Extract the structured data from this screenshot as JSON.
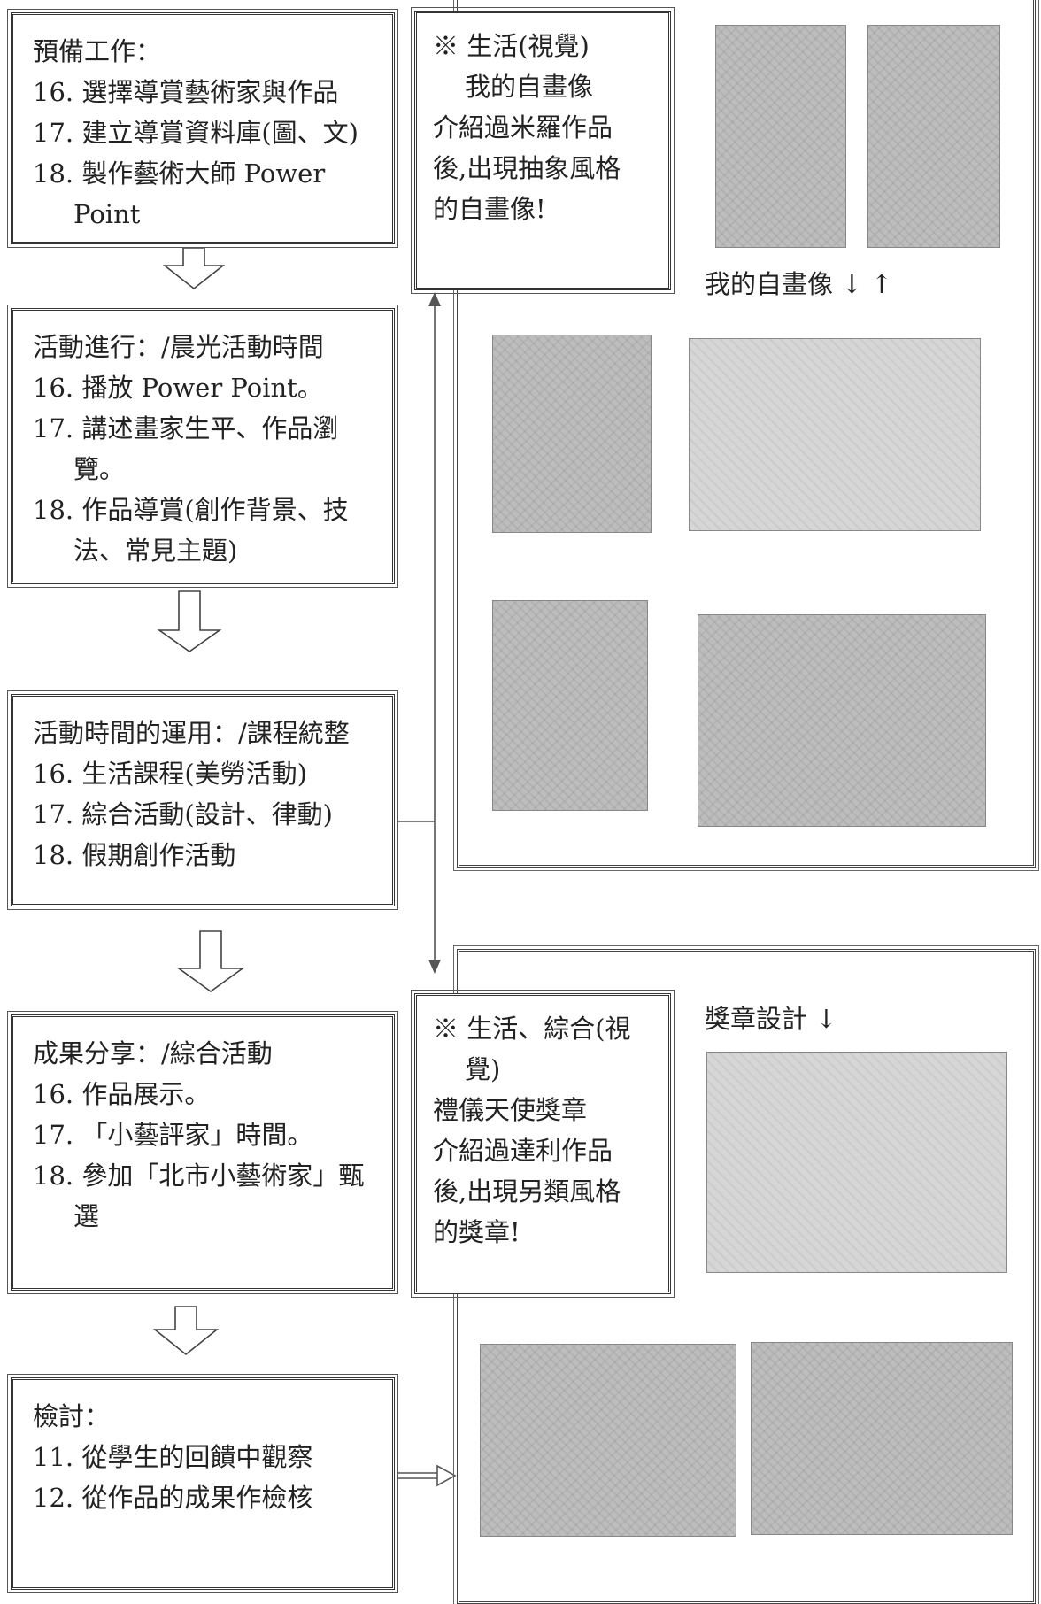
{
  "steps": [
    {
      "heading": "預備工作：",
      "items": [
        {
          "num": "16.",
          "text": "選擇導賞藝術家與作品"
        },
        {
          "num": "17.",
          "text": "建立導賞資料庫(圖、文)"
        },
        {
          "num": "18.",
          "text": "製作藝術大師 Power",
          "cont": "Point"
        }
      ]
    },
    {
      "heading": "活動進行：/晨光活動時間",
      "items": [
        {
          "num": "16.",
          "text": "播放 Power Point。"
        },
        {
          "num": "17.",
          "text": "講述畫家生平、作品瀏",
          "cont": "覽。"
        },
        {
          "num": "18.",
          "text": "作品導賞(創作背景、技",
          "cont": "法、常見主題)"
        }
      ]
    },
    {
      "heading": "活動時間的運用：/課程統整",
      "items": [
        {
          "num": "16.",
          "text": "生活課程(美勞活動)"
        },
        {
          "num": "17.",
          "text": "綜合活動(設計、律動)"
        },
        {
          "num": "18.",
          "text": "假期創作活動"
        }
      ]
    },
    {
      "heading": "成果分享：/綜合活動",
      "items": [
        {
          "num": "16.",
          "text": "作品展示。"
        },
        {
          "num": "17.",
          "text": "「小藝評家」時間。"
        },
        {
          "num": "18.",
          "text": "參加「北市小藝術家」甄",
          "cont": "選"
        }
      ]
    },
    {
      "heading": "檢討：",
      "items": [
        {
          "num": "11.",
          "text": "從學生的回饋中觀察"
        },
        {
          "num": "12.",
          "text": "從作品的成果作檢核"
        }
      ]
    }
  ],
  "panel1": {
    "note_lines": [
      "※ 生活(視覺)",
      "我的自畫像",
      "介紹過米羅作品",
      "後,出現抽象風格",
      "的自畫像!"
    ],
    "caption": "我的自畫像 ↓ ↑"
  },
  "panel2": {
    "note_lines": [
      "※ 生活、綜合(視",
      "覺)",
      "禮儀天使獎章",
      "介紹過達利作品",
      "後,出現另類風格",
      "的獎章!"
    ],
    "caption": "獎章設計 ↓"
  }
}
